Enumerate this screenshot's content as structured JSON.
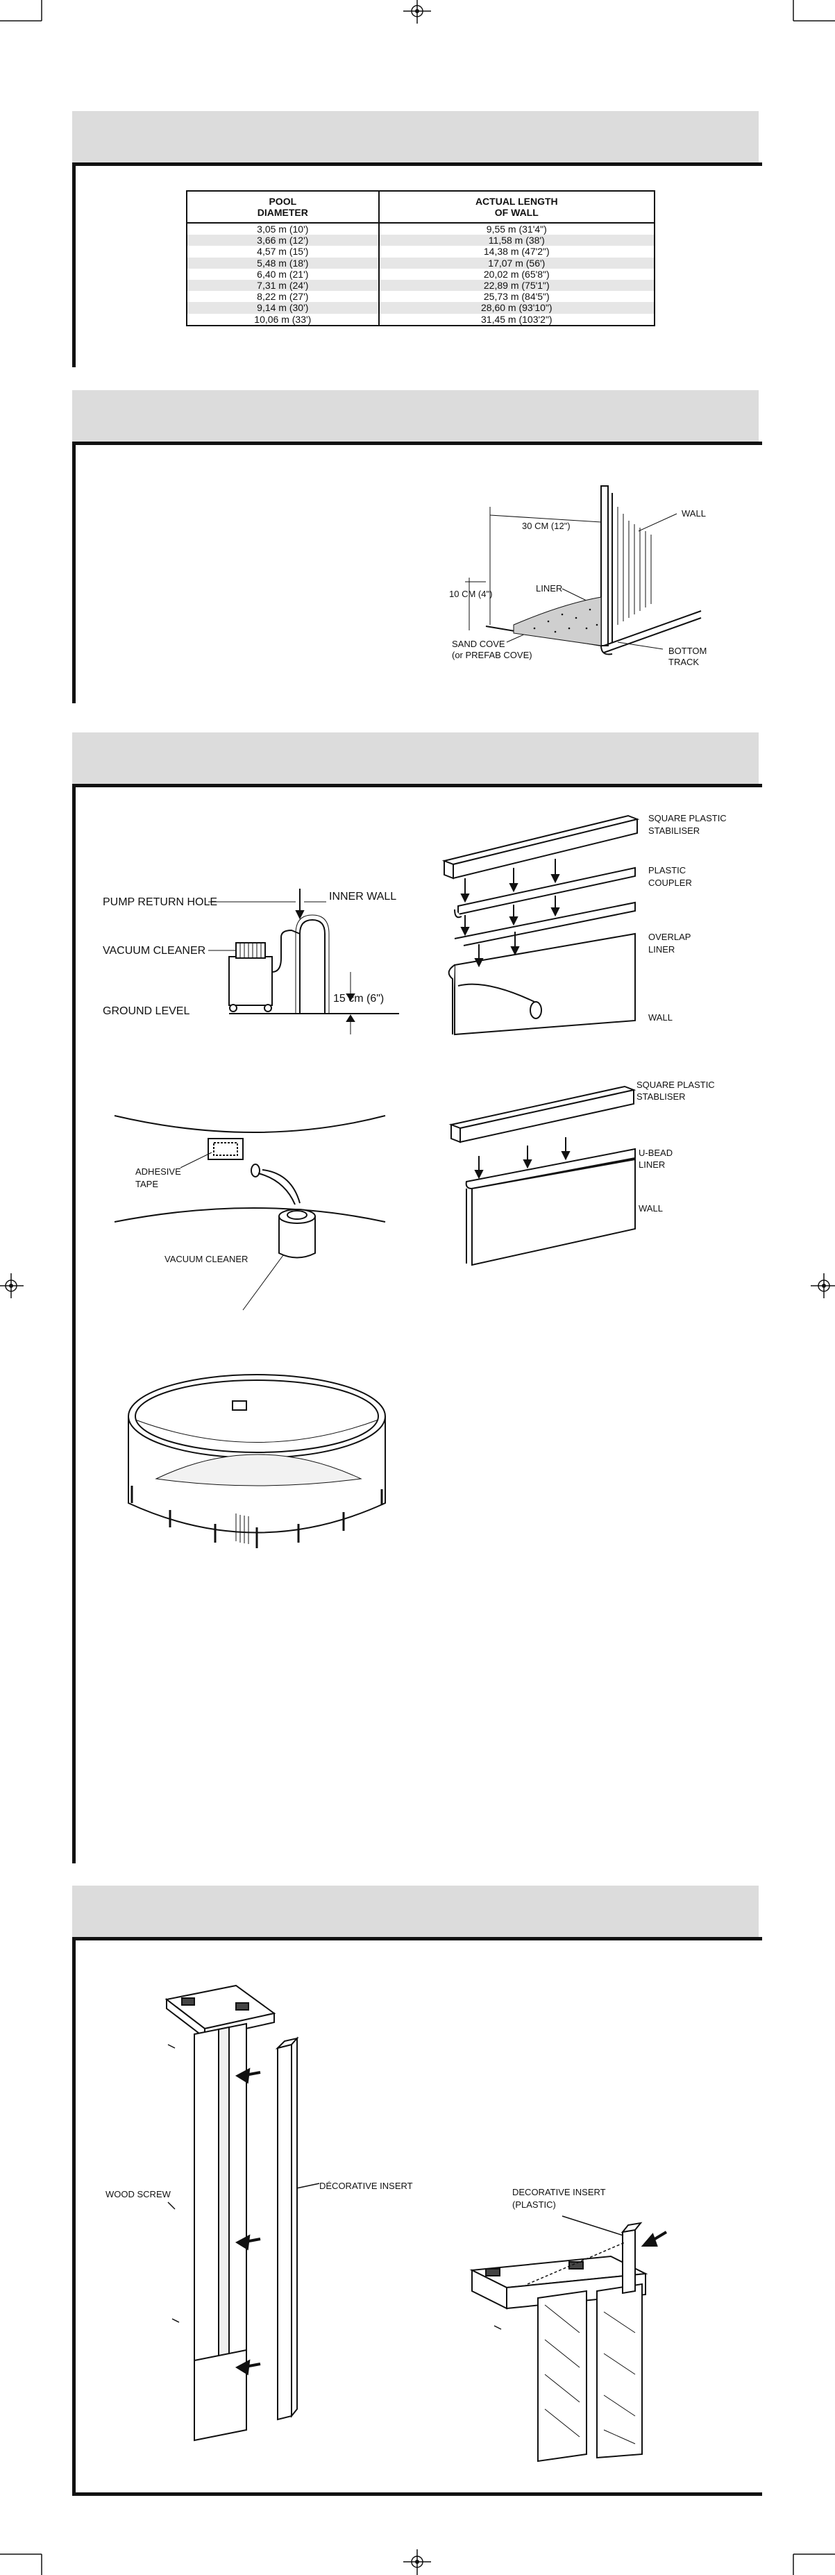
{
  "pool_table": {
    "headers": [
      "POOL\nDIAMETER",
      "ACTUAL LENGTH\nOF WALL"
    ],
    "rows": [
      [
        "3,05 m (10')",
        "9,55 m (31'4\")"
      ],
      [
        "3,66 m (12')",
        "11,58 m (38')"
      ],
      [
        "4,57 m (15')",
        "14,38 m (47'2\")"
      ],
      [
        "5,48 m (18')",
        "17,07 m (56')"
      ],
      [
        "6,40 m (21')",
        "20,02 m (65'8\")"
      ],
      [
        "7,31 m (24')",
        "22,89 m (75'1\")"
      ],
      [
        "8,22 m (27')",
        "25,73 m (84'5\")"
      ],
      [
        "9,14 m (30')",
        "28,60 m (93'10\")"
      ],
      [
        "10,06 m (33')",
        "31,45 m (103'2\")"
      ]
    ]
  },
  "cove_diagram": {
    "dim_top": "30 cm (12\")",
    "dim_side": "10 cm (4\")",
    "wall": "WALL",
    "liner": "LINER",
    "sand_cove": "SAND COVE",
    "prefab_cove": "(or PREFAB COVE)",
    "bottom": "BOTTOM",
    "track": "TRACK"
  },
  "vacuum_diagram": {
    "pump_return_hole": "PUMP RETURN HOLE",
    "inner_wall": "INNER WALL",
    "vacuum_cleaner": "VACUUM CLEANER",
    "ground_level": "GROUND LEVEL",
    "height": "15 cm (6\")"
  },
  "overlap_diagram": {
    "square_plastic": "SQUARE PLASTIC",
    "stabiliser": "STABILISER",
    "plastic": "PLASTIC",
    "coupler": "COUPLER",
    "overlap": "OVERLAP",
    "liner": "LINER",
    "wall": "WALL"
  },
  "tape_diagram": {
    "adhesive": "ADHESIVE",
    "tape": "TAPE",
    "vacuum_cleaner": "VACUUM CLEANER"
  },
  "ubead_diagram": {
    "square_plastic": "SQUARE PLASTIC",
    "stabliser": "STABLISER",
    "ubead": "U-BEAD",
    "liner": "LINER",
    "wall": "WALL"
  },
  "post_diagram": {
    "wood_screw": "WOOD SCREW",
    "decorative_insert": "DÉCORATIVE INSERT"
  },
  "insert_diagram": {
    "decorative_insert": "DECORATIVE INSERT",
    "plastic": "(PLASTIC)"
  }
}
